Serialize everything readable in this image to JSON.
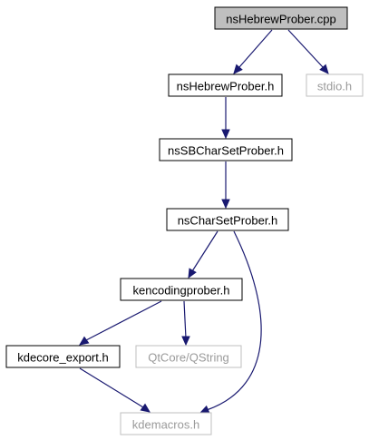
{
  "colors": {
    "root_fill": "#bfbfbf",
    "node_fill": "#ffffff",
    "node_border": "#000000",
    "external_border": "#bfbfbf",
    "external_text": "#9a9a9a",
    "text": "#000000",
    "edge": "#191970"
  },
  "nodes": [
    {
      "id": "root",
      "label": "nsHebrewProber.cpp",
      "kind": "root"
    },
    {
      "id": "hebrew_h",
      "label": "nsHebrewProber.h",
      "kind": "local"
    },
    {
      "id": "stdio",
      "label": "stdio.h",
      "kind": "external"
    },
    {
      "id": "sbcharset",
      "label": "nsSBCharSetProber.h",
      "kind": "local"
    },
    {
      "id": "charset",
      "label": "nsCharSetProber.h",
      "kind": "local"
    },
    {
      "id": "kencoding",
      "label": "kencodingprober.h",
      "kind": "local"
    },
    {
      "id": "kdecore",
      "label": "kdecore_export.h",
      "kind": "local"
    },
    {
      "id": "qstring",
      "label": "QtCore/QString",
      "kind": "external"
    },
    {
      "id": "kdemacros",
      "label": "kdemacros.h",
      "kind": "external"
    }
  ],
  "edges": [
    {
      "from": "root",
      "to": "hebrew_h"
    },
    {
      "from": "root",
      "to": "stdio"
    },
    {
      "from": "hebrew_h",
      "to": "sbcharset"
    },
    {
      "from": "sbcharset",
      "to": "charset"
    },
    {
      "from": "charset",
      "to": "kencoding"
    },
    {
      "from": "charset",
      "to": "kdemacros"
    },
    {
      "from": "kencoding",
      "to": "kdecore"
    },
    {
      "from": "kencoding",
      "to": "qstring"
    },
    {
      "from": "kdecore",
      "to": "kdemacros"
    }
  ]
}
